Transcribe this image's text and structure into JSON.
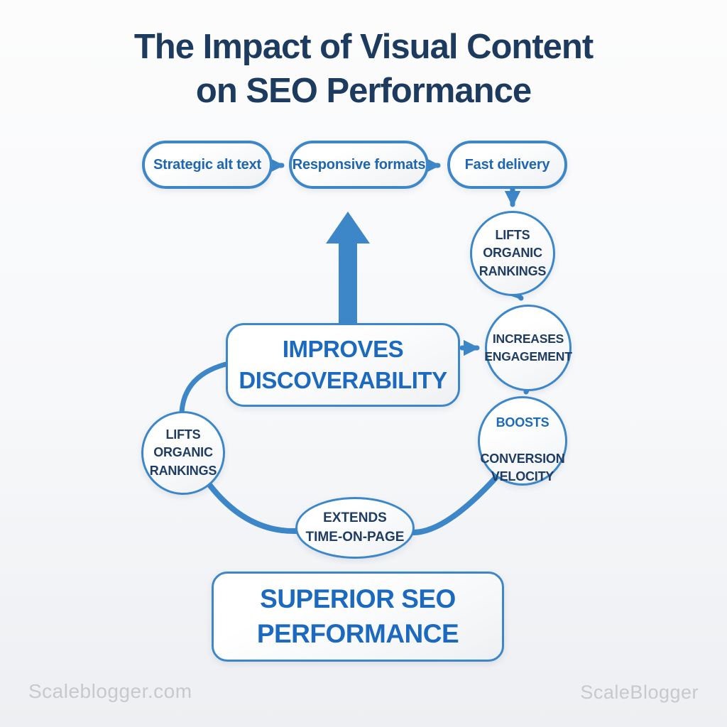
{
  "colors": {
    "accent": "#3d87c9",
    "navy": "#1d3b5e",
    "node_text_navy": "#1f3c63",
    "action_blue": "#1c6abf",
    "pill_text": "#1f66b2",
    "watermark": "#c7c9cb",
    "background_top": "#fcfcfd",
    "background_bottom": "#edeff2"
  },
  "title": {
    "line1": "The Impact of Visual Content",
    "line2": "on SEO Performance"
  },
  "pills": [
    {
      "label": "Strategic alt text"
    },
    {
      "label": "Responsive formats"
    },
    {
      "label": "Fast delivery"
    }
  ],
  "nodes": {
    "improves": {
      "label": "IMPROVES\nDISCOVERABILITY"
    },
    "lifts_right": {
      "label": "LIFTS\nORGANIC\nRANKINGS"
    },
    "engagement": {
      "label": "INCREASES\nENGAGEMENT"
    },
    "boosts": {
      "highlight": "BOOSTS",
      "rest": "CONVERSION\nVELOCITY"
    },
    "lifts_left": {
      "label": "LIFTS\nORGANIC\nRANKINGS"
    },
    "extends": {
      "label": "EXTENDS\nTIME-ON-PAGE"
    },
    "superior": {
      "label": "SUPERIOR SEO\nPERFORMANCE"
    }
  },
  "footer": {
    "left": "Scaleblogger.com",
    "right": "ScaleBlogger"
  }
}
